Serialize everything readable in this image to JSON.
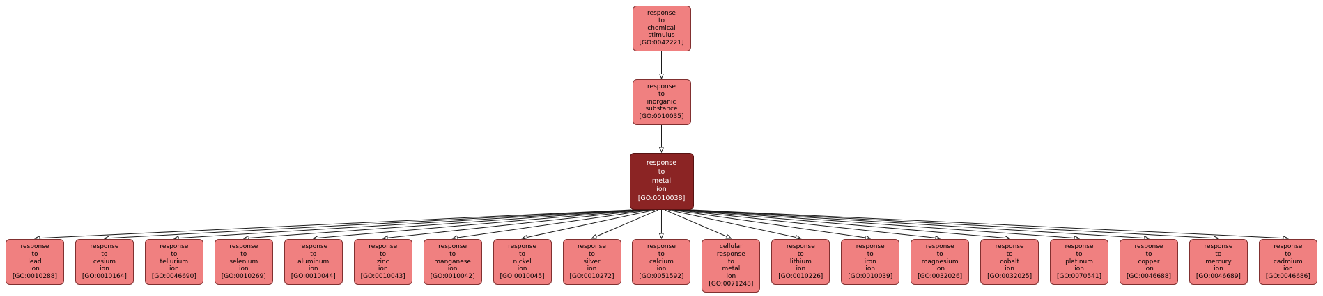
{
  "colors": {
    "node_fill": "#f08080",
    "node_border": "#813030",
    "selected_fill": "#8b2424",
    "selected_text": "#ffffff",
    "edge": "#1a1a1a"
  },
  "ancestors": [
    {
      "id": "GO:0042221",
      "label": "response\nto\nchemical\nstimulus\n[GO:0042221]"
    },
    {
      "id": "GO:0010035",
      "label": "response\nto\ninorganic\nsubstance\n[GO:0010035]"
    }
  ],
  "selected": {
    "id": "GO:0010038",
    "label": "response\nto\nmetal\nion\n[GO:0010038]"
  },
  "children": [
    {
      "id": "GO:0010288",
      "label": "response\nto\nlead\nion\n[GO:0010288]"
    },
    {
      "id": "GO:0010164",
      "label": "response\nto\ncesium\nion\n[GO:0010164]"
    },
    {
      "id": "GO:0046690",
      "label": "response\nto\ntellurium\nion\n[GO:0046690]"
    },
    {
      "id": "GO:0010269",
      "label": "response\nto\nselenium\nion\n[GO:0010269]"
    },
    {
      "id": "GO:0010044",
      "label": "response\nto\naluminum\nion\n[GO:0010044]"
    },
    {
      "id": "GO:0010043",
      "label": "response\nto\nzinc\nion\n[GO:0010043]"
    },
    {
      "id": "GO:0010042",
      "label": "response\nto\nmanganese\nion\n[GO:0010042]"
    },
    {
      "id": "GO:0010045",
      "label": "response\nto\nnickel\nion\n[GO:0010045]"
    },
    {
      "id": "GO:0010272",
      "label": "response\nto\nsilver\nion\n[GO:0010272]"
    },
    {
      "id": "GO:0051592",
      "label": "response\nto\ncalcium\nion\n[GO:0051592]"
    },
    {
      "id": "GO:0071248",
      "label": "cellular\nresponse\nto\nmetal\nion\n[GO:0071248]"
    },
    {
      "id": "GO:0010226",
      "label": "response\nto\nlithium\nion\n[GO:0010226]"
    },
    {
      "id": "GO:0010039",
      "label": "response\nto\niron\nion\n[GO:0010039]"
    },
    {
      "id": "GO:0032026",
      "label": "response\nto\nmagnesium\nion\n[GO:0032026]"
    },
    {
      "id": "GO:0032025",
      "label": "response\nto\ncobalt\nion\n[GO:0032025]"
    },
    {
      "id": "GO:0070541",
      "label": "response\nto\nplatinum\nion\n[GO:0070541]"
    },
    {
      "id": "GO:0046688",
      "label": "response\nto\ncopper\nion\n[GO:0046688]"
    },
    {
      "id": "GO:0046689",
      "label": "response\nto\nmercury\nion\n[GO:0046689]"
    },
    {
      "id": "GO:0046686",
      "label": "response\nto\ncadmium\nion\n[GO:0046686]"
    }
  ]
}
